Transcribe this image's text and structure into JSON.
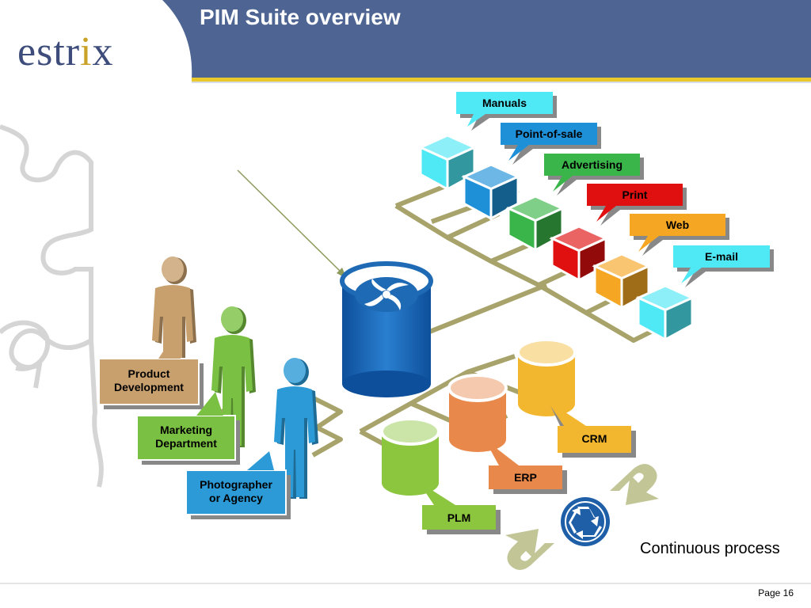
{
  "slide": {
    "title": "PIM Suite overview",
    "logo_text_a": "estr",
    "logo_text_dot": "i",
    "logo_text_b": "x",
    "caption": "Continuous process",
    "page_label": "Page 16"
  },
  "outputs": [
    {
      "label": "Manuals",
      "color": "#4fe8f5"
    },
    {
      "label": "Point-of-sale",
      "color": "#1e90d8"
    },
    {
      "label": "Advertising",
      "color": "#3ab54a"
    },
    {
      "label": "Print",
      "color": "#e01010"
    },
    {
      "label": "Web",
      "color": "#f5a623"
    },
    {
      "label": "E-mail",
      "color": "#4fe8f5"
    }
  ],
  "sources": [
    {
      "label": "CRM",
      "color": "#f2b72e"
    },
    {
      "label": "ERP",
      "color": "#e8884a"
    },
    {
      "label": "PLM",
      "color": "#8cc63f"
    }
  ],
  "people": [
    {
      "label_line1": "Product",
      "label_line2": "Development",
      "color": "#c8a06e"
    },
    {
      "label_line1": "Marketing",
      "label_line2": "Department",
      "color": "#7ac143"
    },
    {
      "label_line1": "Photographer",
      "label_line2": "or Agency",
      "color": "#2b9ad6"
    }
  ],
  "colors": {
    "header": "#4e6594",
    "header_rule": "#e8c82a",
    "network": "#a7a36b",
    "hub": "#1e6ab4"
  }
}
